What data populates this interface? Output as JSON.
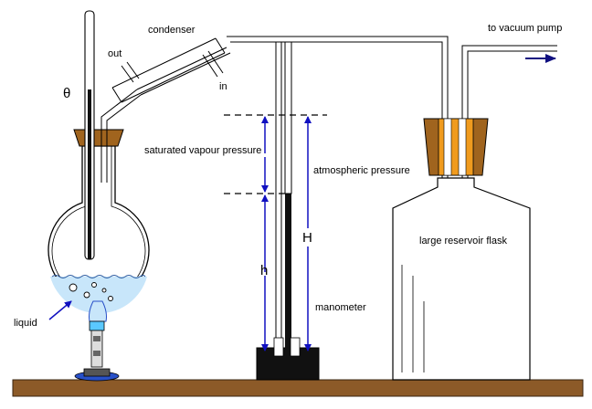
{
  "labels": {
    "condenser": "condenser",
    "out": "out",
    "in": "in",
    "theta": "θ",
    "to_vacuum_pump": "to vacuum pump",
    "saturated_vapour_pressure": "saturated vapour pressure",
    "atmospheric_pressure": "atmospheric pressure",
    "H": "H",
    "h": "h",
    "large_reservoir_flask": "large reservoir flask",
    "manometer": "manometer",
    "liquid": "liquid"
  },
  "colors": {
    "arrow_blue": "#1010c0",
    "cork_brown": "#a0641e",
    "cork_orange": "#f09b1e",
    "bench_brown": "#8c5a28",
    "liquid_blue": "#c8e6fa",
    "burner_blue": "#2850c8",
    "mercury_black": "#111111"
  },
  "icons": {
    "thermometer": "thermometer-icon",
    "round_flask": "round-bottom-flask-icon",
    "condenser": "liebig-condenser-icon",
    "burner": "bunsen-burner-icon",
    "manometer": "u-tube-manometer-icon",
    "reservoir": "reservoir-bottle-icon",
    "vacuum_arrow": "arrow-right-icon"
  }
}
